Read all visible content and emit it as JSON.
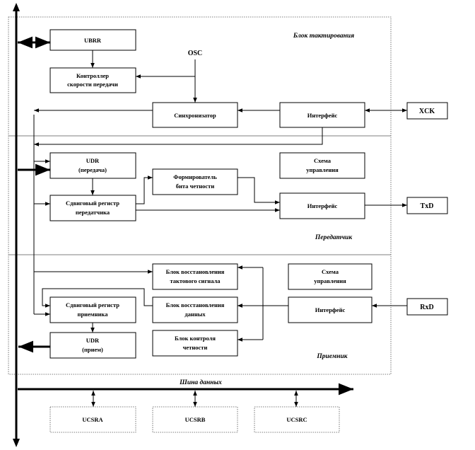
{
  "section_labels": {
    "clock": "Блок тактирования",
    "transmitter": "Передатчик",
    "receiver": "Приемник",
    "data_bus": "Шина данных"
  },
  "blocks": {
    "ubrr": "UBRR",
    "baud_ctrl_1": "Контроллер",
    "baud_ctrl_2": "скорости передачи",
    "osc": "OSC",
    "sync": "Синхронизатор",
    "clk_iface": "Интерфейс",
    "xck": "XCK",
    "udr_tx_1": "UDR",
    "udr_tx_2": "(передача)",
    "tx_ctrl_1": "Схема",
    "tx_ctrl_2": "управления",
    "parity_gen_1": "Формирователь",
    "parity_gen_2": "бита четности",
    "tx_shift_1": "Сдвиговый регистр",
    "tx_shift_2": "передатчика",
    "tx_iface": "Интерфейс",
    "txd": "TxD",
    "clk_recovery_1": "Блок восстановления",
    "clk_recovery_2": "тактового сигнала",
    "rx_ctrl_1": "Схема",
    "rx_ctrl_2": "управления",
    "rx_shift_1": "Сдвиговый регистр",
    "rx_shift_2": "приемника",
    "data_recovery_1": "Блок восстановления",
    "data_recovery_2": "данных",
    "rx_iface": "Интерфейс",
    "rxd": "RxD",
    "udr_rx_1": "UDR",
    "udr_rx_2": "(прием)",
    "parity_check_1": "Блок контроля",
    "parity_check_2": "четности",
    "ucsra": "UCSRA",
    "ucsrb": "UCSRB",
    "ucsrc": "UCSRC"
  },
  "colors": {
    "line": "#000000",
    "frame": "#555555",
    "background": "#ffffff"
  }
}
